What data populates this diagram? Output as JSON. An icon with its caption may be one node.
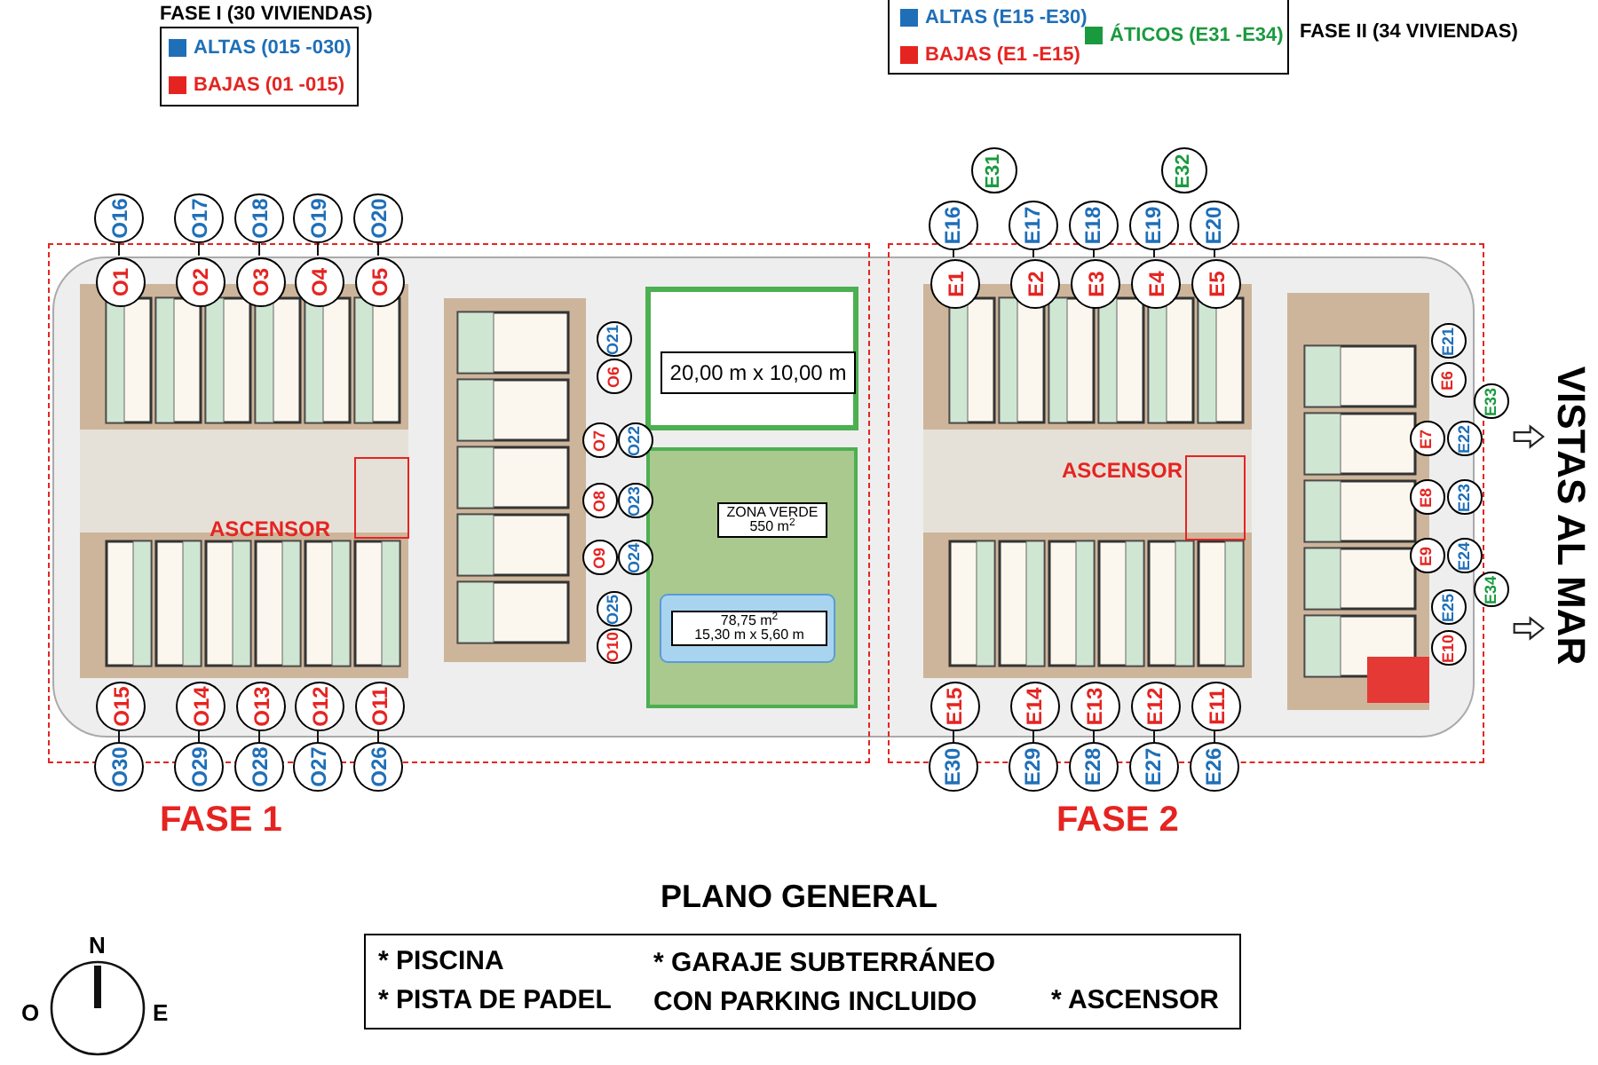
{
  "diagram": {
    "title": "PLANO GENERAL",
    "nodes": [
      {
        "text": [
          "FASE 1"
        ]
      },
      {
        "text": [
          "FASE 2"
        ]
      },
      {
        "text": [
          "20,00 m x 10,00 m"
        ],
        "in": 0
      },
      {
        "text": [
          "ZONA VERDE 550 m$^{2}$"
        ],
        "in": 0
      },
      {
        "text": [
          "78,75 m$^{2}$",
          "15,30 m x 5,60 m"
        ],
        "in": 0
      },
      {
        "text": [
          "* PISCINA",
          "* PISTA DE PADEL",
          "* GARAJE SUBTERRÁNEO CON PARKING INCLUIDO",
          "* ASCENSOR"
        ]
      },
      {
        "text": [
          "O16"
        ]
      },
      {
        "text": [
          "O17"
        ]
      },
      {
        "text": [
          "O18"
        ]
      },
      {
        "text": [
          "O19"
        ]
      },
      {
        "text": [
          "O20"
        ]
      },
      {
        "text": [
          "O1"
        ],
        "in": 0
      },
      {
        "text": [
          "O2"
        ],
        "in": 0
      },
      {
        "text": [
          "O3"
        ],
        "in": 0
      },
      {
        "text": [
          "O4"
        ],
        "in": 0
      },
      {
        "text": [
          "O5"
        ],
        "in": 0
      },
      {
        "text": [
          "O21"
        ],
        "in": 0
      },
      {
        "text": [
          "O6"
        ],
        "in": 0
      },
      {
        "text": [
          "O7"
        ],
        "in": 0
      },
      {
        "text": [
          "O22"
        ],
        "in": 0
      },
      {
        "text": [
          "O8"
        ],
        "in": 0
      },
      {
        "text": [
          "O23"
        ],
        "in": 0
      },
      {
        "text": [
          "O9"
        ],
        "in": 0
      },
      {
        "text": [
          "O24"
        ],
        "in": 0
      },
      {
        "text": [
          "O25"
        ],
        "in": 0
      },
      {
        "text": [
          "O10"
        ],
        "in": 0
      },
      {
        "text": [
          "O15"
        ],
        "in": 0
      },
      {
        "text": [
          "O14"
        ],
        "in": 0
      },
      {
        "text": [
          "O13"
        ],
        "in": 0
      },
      {
        "text": [
          "O12"
        ],
        "in": 0
      },
      {
        "text": [
          "O11"
        ],
        "in": 0
      },
      {
        "text": [
          "O30"
        ]
      },
      {
        "text": [
          "O29"
        ]
      },
      {
        "text": [
          "O28"
        ]
      },
      {
        "text": [
          "O27"
        ]
      },
      {
        "text": [
          "O26"
        ]
      },
      {
        "text": [
          "E31"
        ]
      },
      {
        "text": [
          "E32"
        ]
      },
      {
        "text": [
          "E16"
        ]
      },
      {
        "text": [
          "E17"
        ]
      },
      {
        "text": [
          "E18"
        ]
      },
      {
        "text": [
          "E19"
        ]
      },
      {
        "text": [
          "E20"
        ]
      },
      {
        "text": [
          "E1"
        ],
        "in": 1
      },
      {
        "text": [
          "E2"
        ],
        "in": 1
      },
      {
        "text": [
          "E3"
        ],
        "in": 1
      },
      {
        "text": [
          "E4"
        ],
        "in": 1
      },
      {
        "text": [
          "E5"
        ],
        "in": 1
      },
      {
        "text": [
          "E21"
        ],
        "in": 1
      },
      {
        "text": [
          "E6"
        ],
        "in": 1
      },
      {
        "text": [
          "E33"
        ]
      },
      {
        "text": [
          "E7"
        ],
        "in": 1
      },
      {
        "text": [
          "E22"
        ],
        "in": 1
      },
      {
        "text": [
          "E8"
        ],
        "in": 1
      },
      {
        "text": [
          "E23"
        ],
        "in": 1
      },
      {
        "text": [
          "E9"
        ],
        "in": 1
      },
      {
        "text": [
          "E24"
        ],
        "in": 1
      },
      {
        "text": [
          "E34"
        ]
      },
      {
        "text": [
          "E25"
        ],
        "in": 1
      },
      {
        "text": [
          "E10"
        ],
        "in": 1
      },
      {
        "text": [
          "E15"
        ],
        "in": 1
      },
      {
        "text": [
          "E14"
        ],
        "in": 1
      },
      {
        "text": [
          "E13"
        ],
        "in": 1
      },
      {
        "text": [
          "E12"
        ],
        "in": 1
      },
      {
        "text": [
          "E11"
        ],
        "in": 1
      },
      {
        "text": [
          "E30"
        ]
      },
      {
        "text": [
          "E29"
        ]
      },
      {
        "text": [
          "E28"
        ]
      },
      {
        "text": [
          "E27"
        ]
      },
      {
        "text": [
          "E26"
        ]
      }
    ],
    "edges": [
      {
        "from": 6,
        "to": 11,
        "arrow": "none"
      },
      {
        "from": 7,
        "to": 12,
        "arrow": "none"
      },
      {
        "from": 8,
        "to": 13,
        "arrow": "none"
      },
      {
        "from": 9,
        "to": 14,
        "arrow": "none"
      },
      {
        "from": 10,
        "to": 15,
        "arrow": "none"
      },
      {
        "from": 26,
        "to": 31,
        "arrow": "none"
      },
      {
        "from": 27,
        "to": 32,
        "arrow": "none"
      },
      {
        "from": 28,
        "to": 33,
        "arrow": "none"
      },
      {
        "from": 29,
        "to": 34,
        "arrow": "none"
      },
      {
        "from": 30,
        "to": 35,
        "arrow": "none"
      },
      {
        "from": 38,
        "to": 43,
        "arrow": "none"
      },
      {
        "from": 39,
        "to": 44,
        "arrow": "none"
      },
      {
        "from": 40,
        "to": 45,
        "arrow": "none"
      },
      {
        "from": 41,
        "to": 46,
        "arrow": "none"
      },
      {
        "from": 42,
        "to": 47,
        "arrow": "none"
      },
      {
        "from": 60,
        "to": 65,
        "arrow": "none"
      },
      {
        "from": 61,
        "to": 66,
        "arrow": "none"
      },
      {
        "from": 62,
        "to": 67,
        "arrow": "none"
      },
      {
        "from": 63,
        "to": 68,
        "arrow": "none"
      },
      {
        "from": 64,
        "to": 69,
        "arrow": "none"
      }
    ],
    "labels": [
      "FASE I (30 VIVIENDAS)",
      "FASE II (34 VIVIENDAS)",
      "ASCENSOR",
      "ASCENSOR",
      "VISTAS AL MAR",
      "N",
      "O",
      "E"
    ],
    "legend": [
      {
        "text": "ALTAS (015 -030)",
        "color": "#1f6fb8"
      },
      {
        "text": "BAJAS (01 -015)",
        "color": "#e52421"
      },
      {
        "text": "ALTAS (E15 -E30)",
        "color": "#1f6fb8"
      },
      {
        "text": "BAJAS (E1 -E15)",
        "color": "#e52421"
      },
      {
        "text": "ÁTICOS (E31 -E34)",
        "color": "#1a9a3e"
      }
    ]
  }
}
